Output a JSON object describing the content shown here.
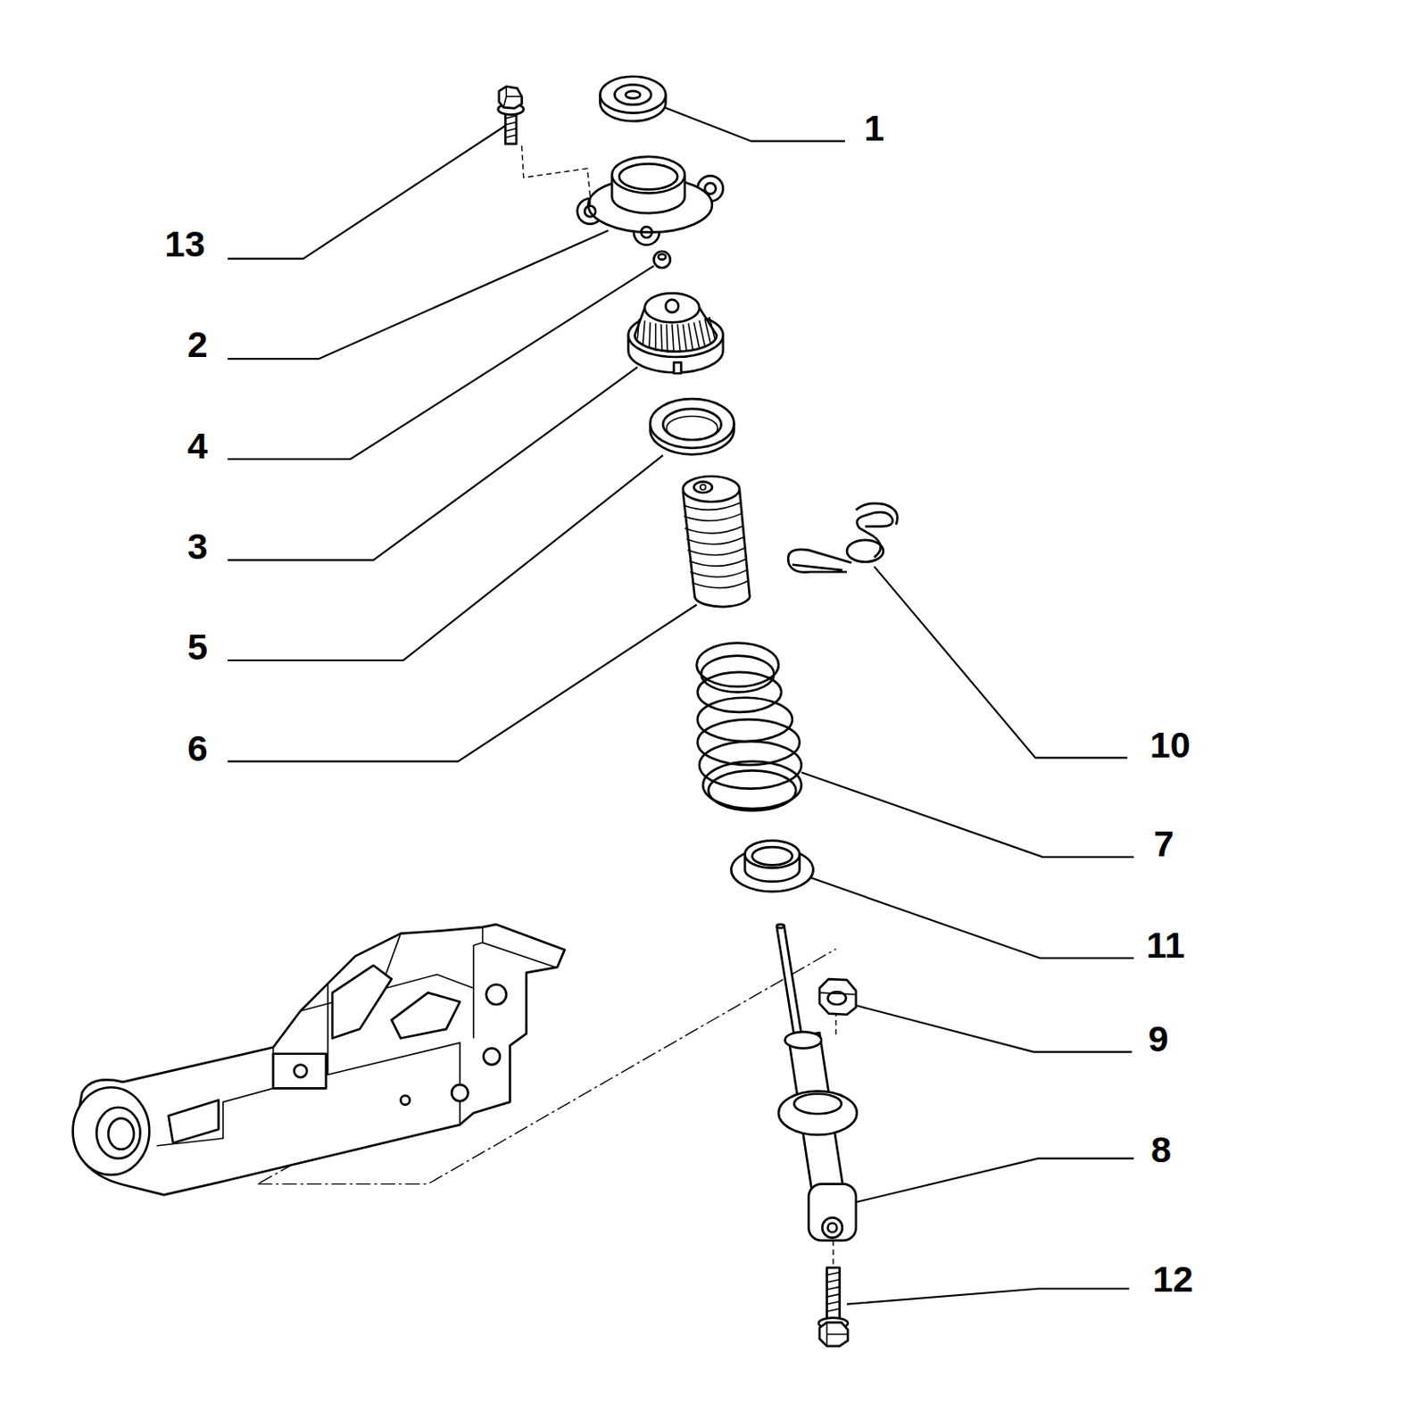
{
  "diagram": {
    "labels": [
      "1",
      "13",
      "2",
      "4",
      "3",
      "5",
      "6",
      "10",
      "7",
      "11",
      "9",
      "8",
      "12"
    ]
  }
}
